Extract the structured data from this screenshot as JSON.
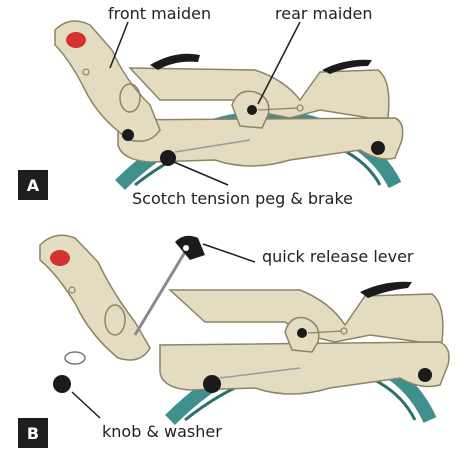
{
  "panels": [
    {
      "badge": "A",
      "callouts": {
        "front_maiden": "front maiden",
        "rear_maiden": "rear maiden",
        "tension_peg": "Scotch tension peg & brake"
      }
    },
    {
      "badge": "B",
      "callouts": {
        "quick_release": "quick release lever",
        "knob_washer": "knob & washer"
      }
    }
  ],
  "colors": {
    "wood": "#e3dcc0",
    "wood_edge": "#8c8466",
    "wheel": "#3f8f8d",
    "accent_red": "#d4332f",
    "knob": "#1b1b1b"
  }
}
